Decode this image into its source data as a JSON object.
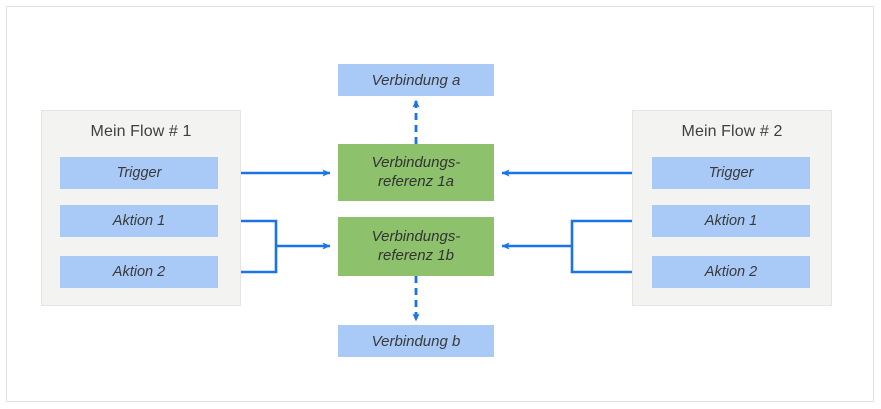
{
  "diagram": {
    "title_text": "",
    "colors": {
      "canvas": "#ffffff",
      "frame_border": "#e2e2e2",
      "group_fill": "#f3f3f2",
      "group_border": "#e4e4e4",
      "step_fill": "#a9c9f7",
      "reference_fill": "#8dc16c",
      "connector_stroke": "#1a73e8",
      "text": "#3a3a3a"
    },
    "groups": [
      {
        "name": "flow-1",
        "title": "Mein Flow # 1",
        "steps": [
          {
            "label": "Trigger"
          },
          {
            "label": "Aktion 1"
          },
          {
            "label": "Aktion 2"
          }
        ]
      },
      {
        "name": "flow-2",
        "title": "Mein Flow # 2",
        "steps": [
          {
            "label": "Trigger"
          },
          {
            "label": "Aktion 1"
          },
          {
            "label": "Aktion 2"
          }
        ]
      }
    ],
    "references": [
      {
        "name": "reference-1a",
        "label": "Verbindungs-\nreferenz 1a"
      },
      {
        "name": "reference-1b",
        "label": "Verbindungs-\nreferenz 1b"
      }
    ],
    "connections": [
      {
        "name": "connection-a",
        "label": "Verbindung a",
        "arrow": "up",
        "style": "dashed"
      },
      {
        "name": "connection-b",
        "label": "Verbindung b",
        "arrow": "down",
        "style": "dashed"
      }
    ]
  }
}
